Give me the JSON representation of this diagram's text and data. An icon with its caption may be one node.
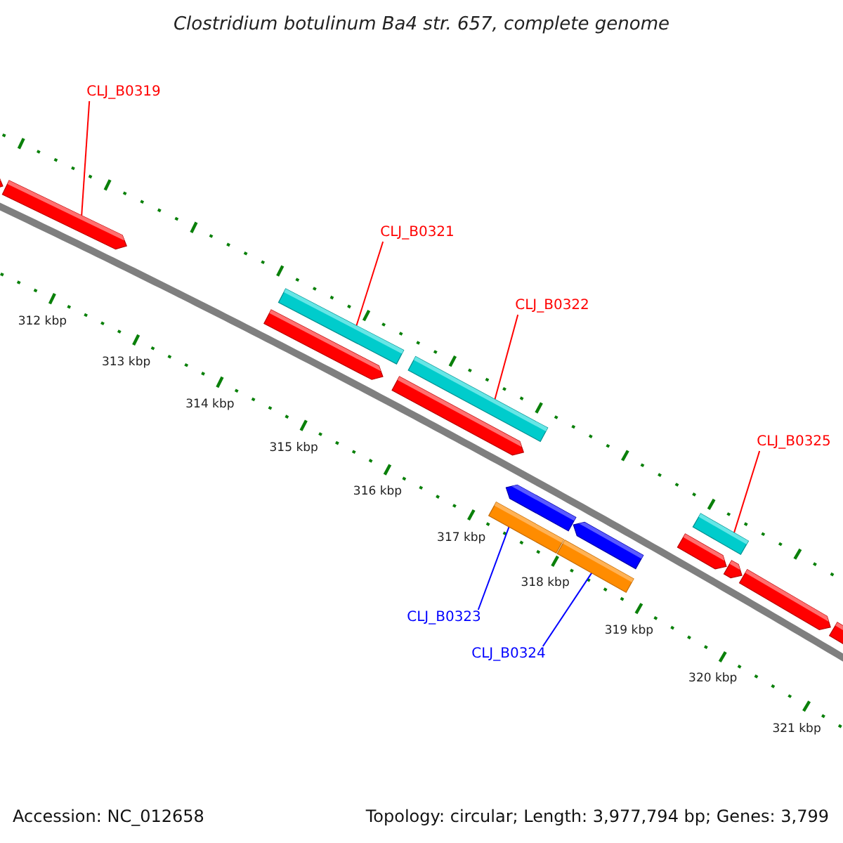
{
  "diagram": {
    "title": "Clostridium botulinum Ba4 str. 657, complete genome",
    "nodes": [
      {
        "text": [
          "CLJ_B0319"
        ]
      },
      {
        "text": [
          "CLJ_B0321"
        ]
      },
      {
        "text": [
          "CLJ_B0322"
        ]
      },
      {
        "text": [
          "CLJ_B0325"
        ]
      },
      {
        "text": [
          "CLJ_B0323"
        ]
      },
      {
        "text": [
          "CLJ_B0324"
        ]
      },
      {
        "text": [],
        "shape": "bar"
      },
      {
        "text": [],
        "shape": "bar"
      },
      {
        "text": [],
        "shape": "bar"
      },
      {
        "text": [],
        "shape": "bar"
      },
      {
        "text": [],
        "shape": "bar"
      },
      {
        "text": [],
        "shape": "bar"
      }
    ],
    "edges": [
      {
        "from": 0,
        "to": 6,
        "arrow": "none"
      },
      {
        "from": 1,
        "to": 7,
        "arrow": "none"
      },
      {
        "from": 2,
        "to": 8,
        "arrow": "none"
      },
      {
        "from": 3,
        "to": 9,
        "arrow": "none"
      },
      {
        "from": 4,
        "to": 10,
        "arrow": "none",
        "color": "#0000ff"
      },
      {
        "from": 5,
        "to": 11,
        "arrow": "none",
        "color": "#0000ff"
      }
    ],
    "labels": [
      "312 kbp",
      "313 kbp",
      "314 kbp",
      "315 kbp",
      "316 kbp",
      "317 kbp",
      "318 kbp",
      "319 kbp",
      "320 kbp",
      "321 kbp",
      "Accession: NC_012658",
      "Topology: circular; Length: 3,977,794 bp; Genes: 3,799"
    ]
  }
}
